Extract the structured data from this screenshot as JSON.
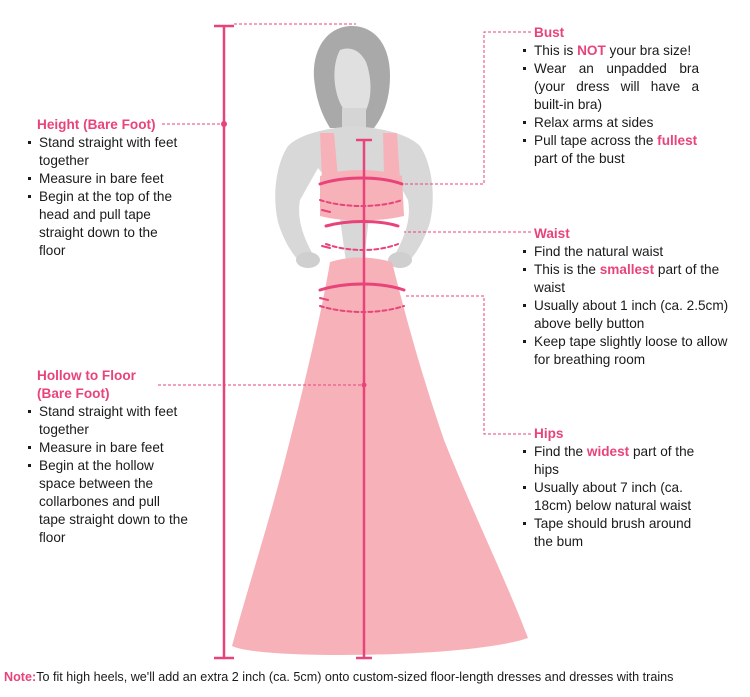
{
  "colors": {
    "accent": "#e8447a",
    "dress": "#f7b2b9",
    "mannequin": "#d5d5d5",
    "hair": "#a9a9a9"
  },
  "height": {
    "title": "Height (Bare Foot)",
    "items": [
      "Stand straight with feet together",
      "Measure in bare feet",
      "Begin at the top of the head and pull tape straight down to the floor"
    ]
  },
  "hollow": {
    "title_line1": "Hollow to Floor",
    "title_line2": "(Bare Foot)",
    "items": [
      "Stand straight with feet together",
      "Measure in bare feet",
      "Begin at the hollow space between the collarbones and pull tape straight down to the floor"
    ]
  },
  "bust": {
    "title": "Bust",
    "item1_pre": "This is ",
    "item1_hl": "NOT",
    "item1_post": " your bra size!",
    "item2": "Wear an unpadded bra (your dress will have a built-in bra)",
    "item3": "Relax arms at sides",
    "item4_pre": "Pull tape across the ",
    "item4_hl": "fullest",
    "item4_post": " part of the bust"
  },
  "waist": {
    "title": "Waist",
    "item1": "Find the natural waist",
    "item2_pre": "This is the ",
    "item2_hl": "smallest",
    "item2_post": " part of the waist",
    "item3": "Usually about 1 inch (ca. 2.5cm) above belly button",
    "item4": "Keep tape slightly loose to allow for breathing room"
  },
  "hips": {
    "title": "Hips",
    "item1_pre": "Find the ",
    "item1_hl": "widest",
    "item1_post": " part of the hips",
    "item2": "Usually about 7 inch (ca. 18cm) below natural waist",
    "item3": "Tape should brush around the bum"
  },
  "note": {
    "label": "Note:",
    "text": "To fit high heels, we'll add an extra 2 inch (ca. 5cm) onto custom-sized floor-length dresses and dresses with trains"
  }
}
